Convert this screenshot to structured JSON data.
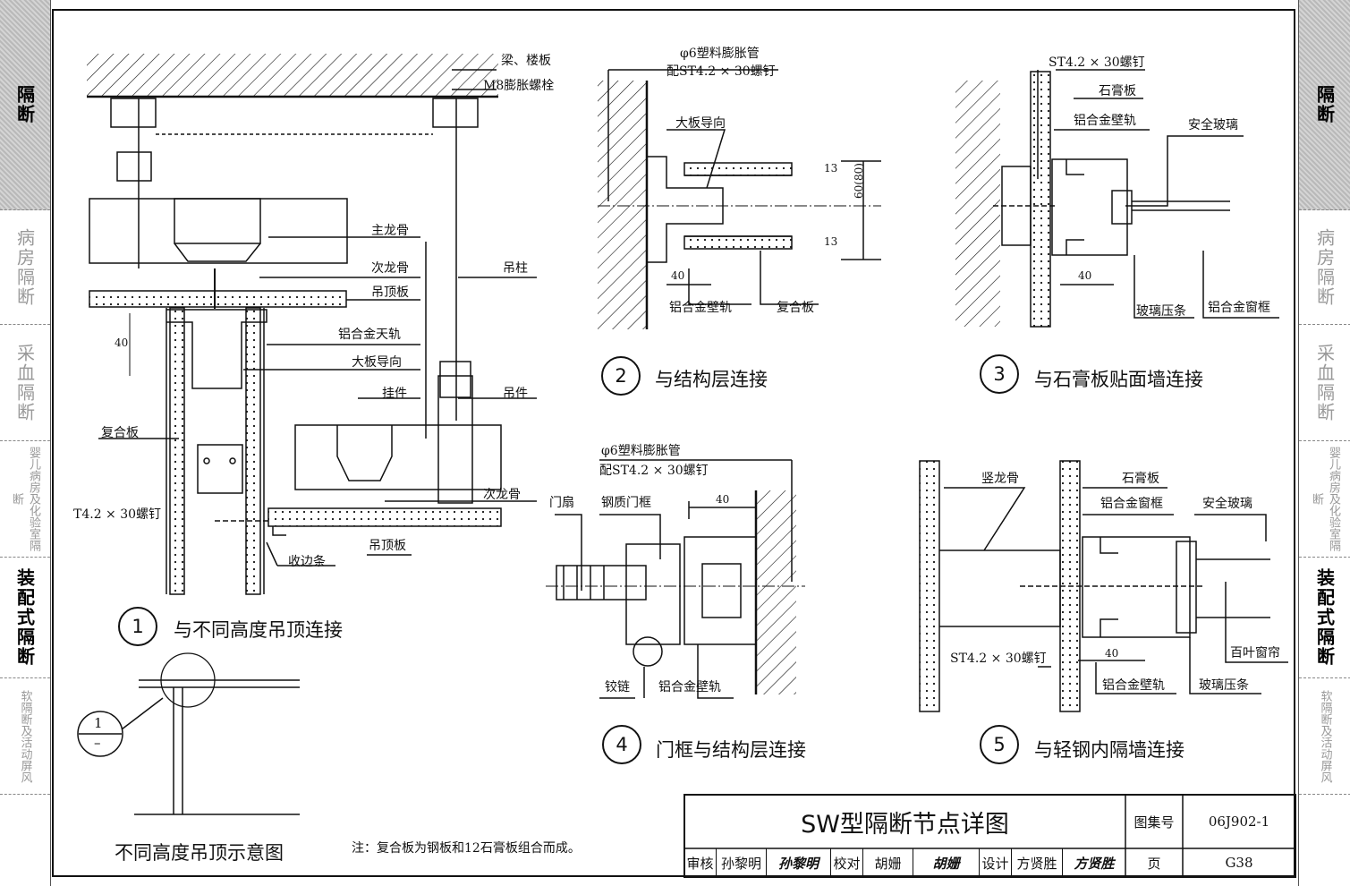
{
  "side_tabs": [
    {
      "label": "隔断",
      "style": "gray"
    },
    {
      "label": "病房隔断",
      "style": "normal"
    },
    {
      "label": "采血隔断",
      "style": "normal"
    },
    {
      "label": "婴儿病房及化验室隔断",
      "style": "small"
    },
    {
      "label": "装配式隔断",
      "style": "active"
    },
    {
      "label": "软隔断及活动屏风",
      "style": "small"
    }
  ],
  "detail1": {
    "num": "1",
    "title": "与不同高度吊顶连接",
    "labels": {
      "beam": "梁、楼板",
      "bolt": "M8膨胀螺栓",
      "main_keel": "主龙骨",
      "sub_keel": "次龙骨",
      "ceiling_board": "吊顶板",
      "hanger_rod": "吊柱",
      "top_rail": "铝合金天轨",
      "guide": "大板导向",
      "clip": "挂件",
      "hanger": "吊件",
      "composite": "复合板",
      "sub_keel2": "次龙骨",
      "screw": "T4.2 × 30螺钉",
      "ceiling_board2": "吊顶板",
      "edge_strip": "收边条",
      "dim40": "40"
    }
  },
  "sketch": {
    "title": "不同高度吊顶示意图",
    "callout_top": "1",
    "callout_bottom": "–"
  },
  "note": "注：复合板为钢板和12石膏板组合而成。",
  "detail2": {
    "num": "2",
    "title": "与结构层连接",
    "labels": {
      "pipe": "φ6塑料膨胀管",
      "screw": "配ST4.2 × 30螺钉",
      "guide": "大板导向",
      "rail": "铝合金壁轨",
      "composite": "复合板",
      "d13a": "13",
      "d13b": "13",
      "d60": "60(80)",
      "d40": "40"
    }
  },
  "detail3": {
    "num": "3",
    "title": "与石膏板贴面墙连接",
    "labels": {
      "screw": "ST4.2 × 30螺钉",
      "gypsum": "石膏板",
      "rail": "铝合金壁轨",
      "glass": "安全玻璃",
      "bead": "玻璃压条",
      "frame": "铝合金窗框",
      "d40": "40"
    }
  },
  "detail4": {
    "num": "4",
    "title": "门框与结构层连接",
    "labels": {
      "pipe": "φ6塑料膨胀管",
      "screw": "配ST4.2 × 30螺钉",
      "door": "门扇",
      "steel_frame": "钢质门框",
      "d40": "40",
      "hinge": "铰链",
      "rail": "铝合金壁轨"
    }
  },
  "detail5": {
    "num": "5",
    "title": "与轻钢内隔墙连接",
    "labels": {
      "stud": "竖龙骨",
      "gypsum": "石膏板",
      "frame": "铝合金窗框",
      "glass": "安全玻璃",
      "screw": "ST4.2 × 30螺钉",
      "blind": "百叶窗帘",
      "d40": "40",
      "rail": "铝合金壁轨",
      "bead": "玻璃压条"
    }
  },
  "titleblock": {
    "title": "SW型隔断节点详图",
    "atlas_label": "图集号",
    "atlas_no": "06J902-1",
    "page_label": "页",
    "page_no": "G38",
    "review": "审核",
    "reviewer": "孙黎明",
    "reviewer_sig": "孙黎明",
    "check": "校对",
    "checker": "胡姗",
    "checker_sig": "胡姗",
    "design": "设计",
    "designer": "方贤胜",
    "designer_sig": "方贤胜"
  }
}
